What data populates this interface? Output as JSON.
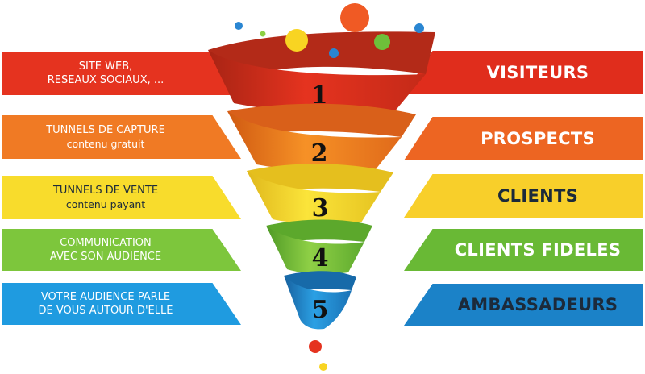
{
  "colors": {
    "stage1": "#e5331f",
    "stage2": "#f07a24",
    "stage3": "#f8dc2c",
    "stage4": "#7dc63c",
    "stage5": "#1f8fd4"
  },
  "left_items": [
    {
      "line1": "SITE WEB,",
      "line2": "RESEAUX SOCIAUX, ..."
    },
    {
      "line1": "TUNNELS DE CAPTURE",
      "line2": "contenu gratuit"
    },
    {
      "line1": "TUNNELS DE VENTE",
      "line2": "contenu payant"
    },
    {
      "line1": "COMMUNICATION",
      "line2": "AVEC SON AUDIENCE"
    },
    {
      "line1": "VOTRE AUDIENCE PARLE",
      "line2": "DE VOUS AUTOUR D'ELLE"
    }
  ],
  "stages": [
    {
      "number": "1"
    },
    {
      "number": "2"
    },
    {
      "number": "3"
    },
    {
      "number": "4"
    },
    {
      "number": "5"
    }
  ],
  "right_items": [
    {
      "label": "VISITEURS"
    },
    {
      "label": "PROSPECTS"
    },
    {
      "label": "CLIENTS"
    },
    {
      "label": "CLIENTS FIDELES"
    },
    {
      "label": "AMBASSADEURS"
    }
  ]
}
